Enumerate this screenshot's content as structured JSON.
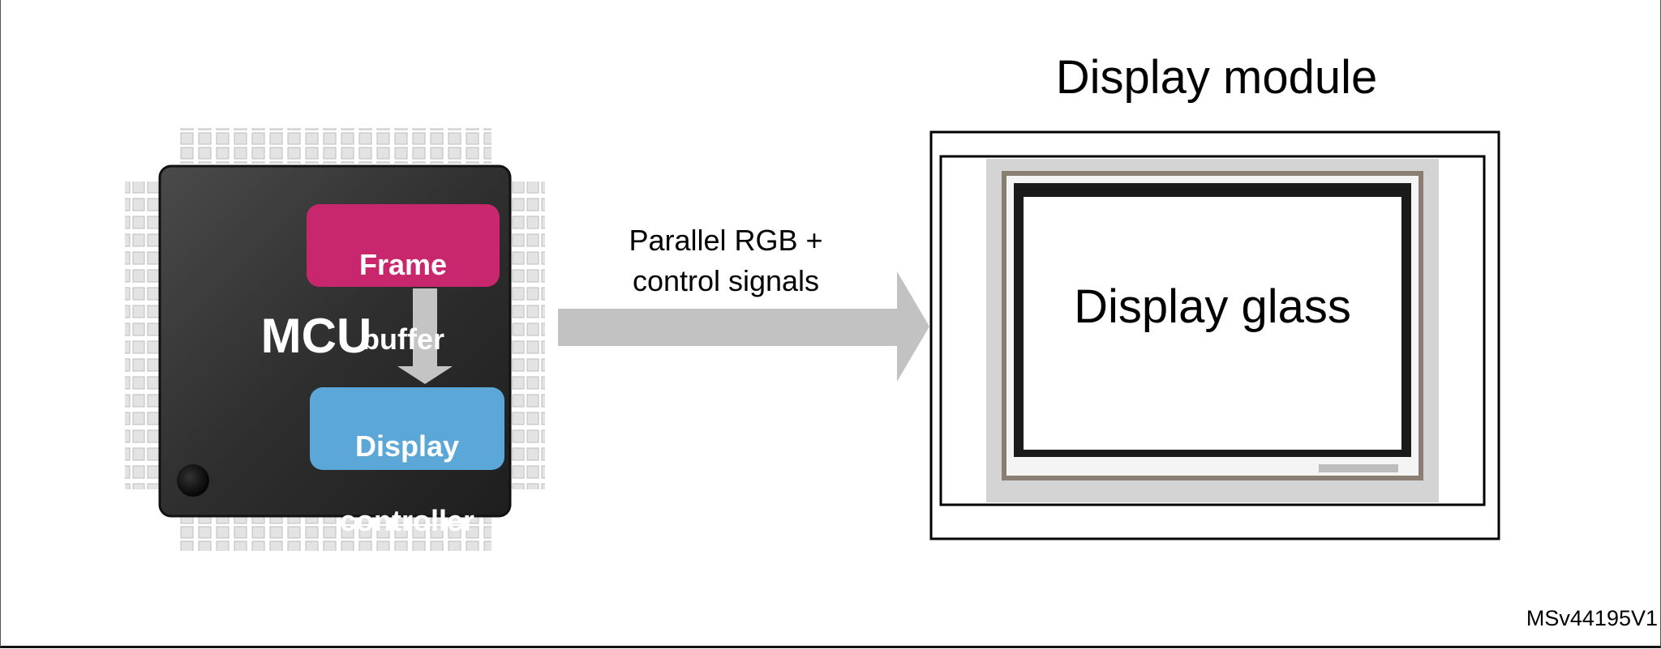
{
  "diagram": {
    "chip": {
      "label": "MCU",
      "frame_buffer": {
        "line1": "Frame",
        "line2": "buffer",
        "color": "#c8276d"
      },
      "display_controller": {
        "line1": "Display",
        "line2": "controller",
        "color": "#5aa7d8"
      }
    },
    "link": {
      "line1": "Parallel RGB +",
      "line2": "control signals"
    },
    "module": {
      "title": "Display module",
      "glass_label": "Display glass"
    },
    "figure_id": "MSv44195V1"
  }
}
